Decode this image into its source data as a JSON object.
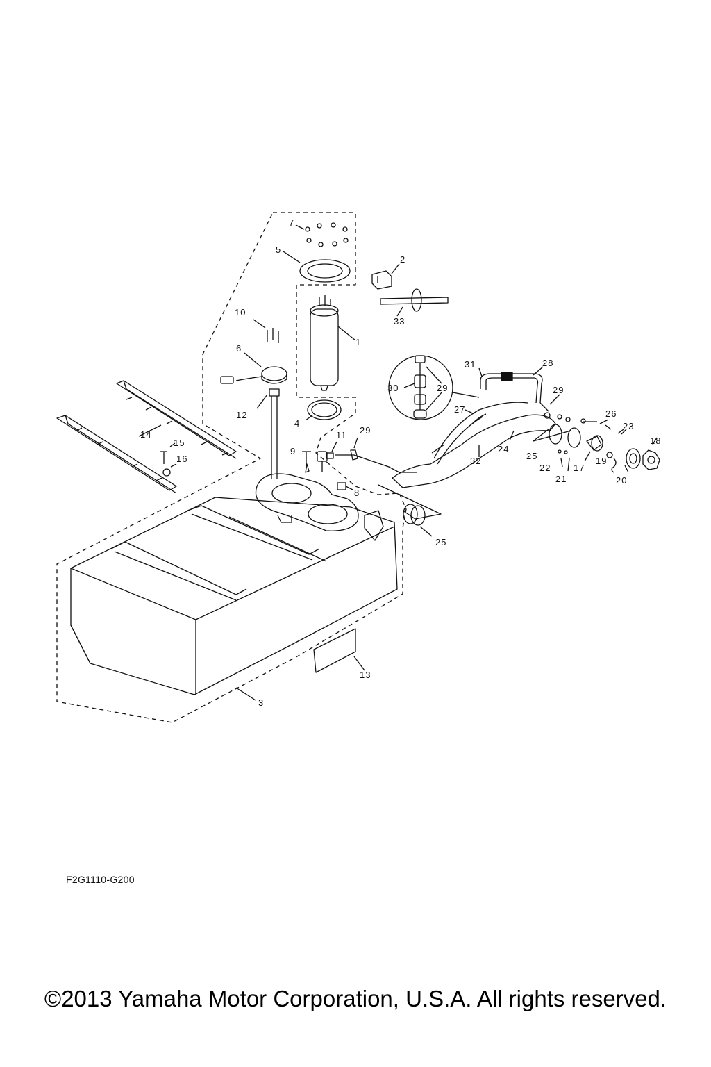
{
  "drawing_code": "F2G1110-G200",
  "copyright": "©2013 Yamaha Motor Corporation, U.S.A. All rights reserved.",
  "callouts": {
    "c1": "1",
    "c2": "2",
    "c3": "3",
    "c4": "4",
    "c5": "5",
    "c6": "6",
    "c7": "7",
    "c8": "8",
    "c9": "9",
    "c10": "10",
    "c11": "11",
    "c12": "12",
    "c13": "13",
    "c14": "14",
    "c15": "15",
    "c16": "16",
    "c17": "17",
    "c18": "18",
    "c19": "19",
    "c20": "20",
    "c21": "21",
    "c22": "22",
    "c23": "23",
    "c24": "24",
    "c25a": "25",
    "c25b": "25",
    "c26": "26",
    "c27": "27",
    "c28": "28",
    "c29a": "29",
    "c29b": "29",
    "c29c": "29",
    "c30": "30",
    "c31": "31",
    "c32": "32",
    "c33": "33"
  }
}
